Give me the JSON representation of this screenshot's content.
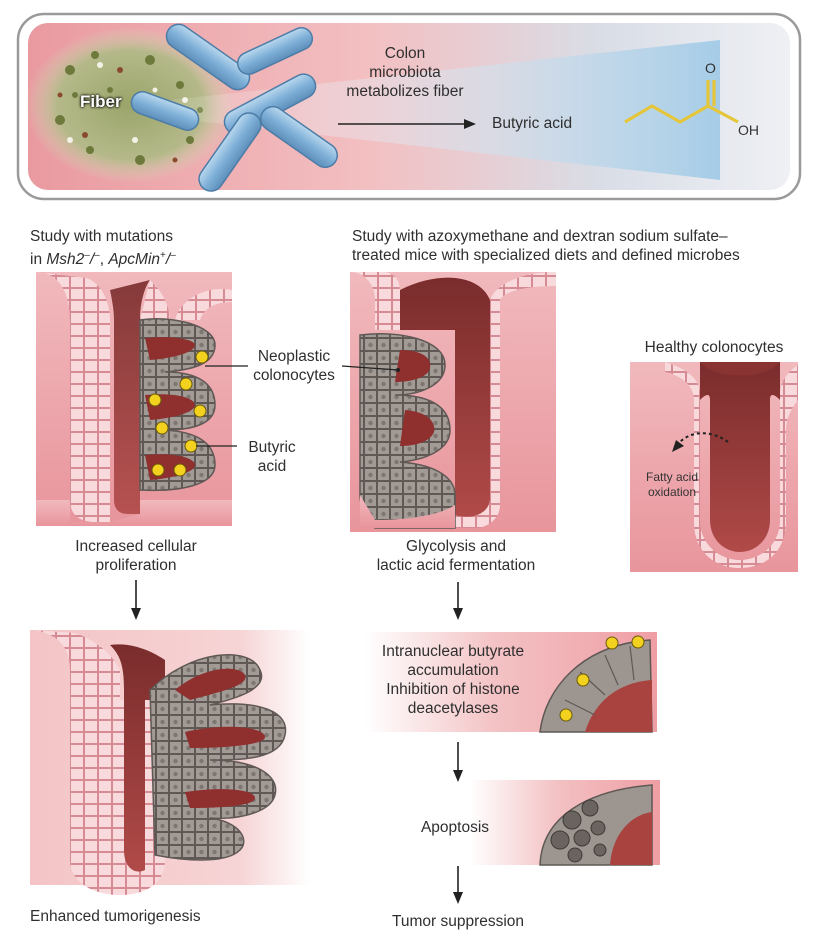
{
  "banner": {
    "fiber_label": "Fiber",
    "process_line1": "Colon",
    "process_line2": "microbiota",
    "process_line3": "metabolizes fiber",
    "product_label": "Butyric acid",
    "chem_o": "O",
    "chem_oh": "OH"
  },
  "study1": {
    "title_line1": "Study with mutations",
    "title_line2_prefix": "in ",
    "gene1": "Msh2",
    "gene1_sup": "–",
    "gene1_sep": "/",
    "gene1_sup2": "–",
    "gene_sep": ", ",
    "gene2": "ApcMin",
    "gene2_sup": "+",
    "gene2_sep": "/",
    "gene2_sup2": "–",
    "label_neoplastic_1": "Neoplastic",
    "label_neoplastic_2": "colonocytes",
    "label_butyric_1": "Butyric",
    "label_butyric_2": "acid",
    "result_line1": "Increased cellular",
    "result_line2": "proliferation",
    "outcome": "Enhanced tumorigenesis"
  },
  "study2": {
    "title_line1": "Study with azoxymethane and dextran sodium sulfate–",
    "title_line2": "treated mice with specialized diets and defined microbes",
    "result_line1": "Glycolysis and",
    "result_line2": "lactic acid fermentation",
    "step1_line1": "Intranuclear butyrate",
    "step1_line2": "accumulation",
    "step1_line3": "Inhibition of histone",
    "step1_line4": "deacetylases",
    "step2": "Apoptosis",
    "outcome": "Tumor suppression"
  },
  "healthy": {
    "title": "Healthy colonocytes",
    "label_line1": "Fatty acid",
    "label_line2": "oxidation"
  }
}
